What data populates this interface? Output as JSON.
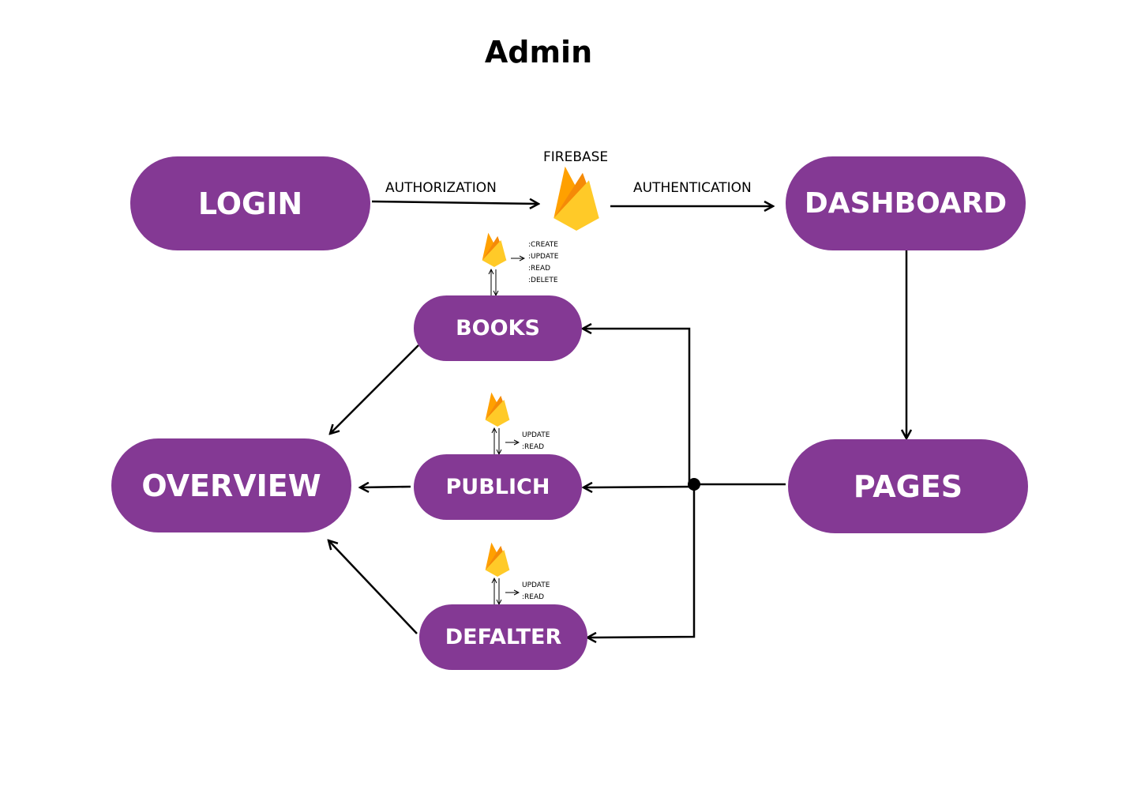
{
  "title": "Admin",
  "nodes": {
    "login": "LOGIN",
    "dashboard": "DASHBOARD",
    "pages": "PAGES",
    "overview": "OVERVIEW",
    "books": "BOOKS",
    "publich": "PUBLICH",
    "defalter": "DEFALTER"
  },
  "edge_labels": {
    "authorization": "AUTHORIZATION",
    "authentication": "AUTHENTICATION",
    "firebase": "FIREBASE"
  },
  "operations": {
    "books": [
      ":CREATE",
      ":UPDATE",
      ":READ",
      ":DELETE"
    ],
    "publich": [
      "UPDATE",
      ":READ"
    ],
    "defalter": [
      "UPDATE",
      ":READ"
    ]
  },
  "icons": {
    "firebase": "firebase-flame-icon"
  },
  "colors": {
    "node_fill": "#843994",
    "node_text": "#ffffff",
    "flame_dark": "#F58A07",
    "flame_light": "#FFCA28",
    "flame_mid": "#FFA000"
  }
}
